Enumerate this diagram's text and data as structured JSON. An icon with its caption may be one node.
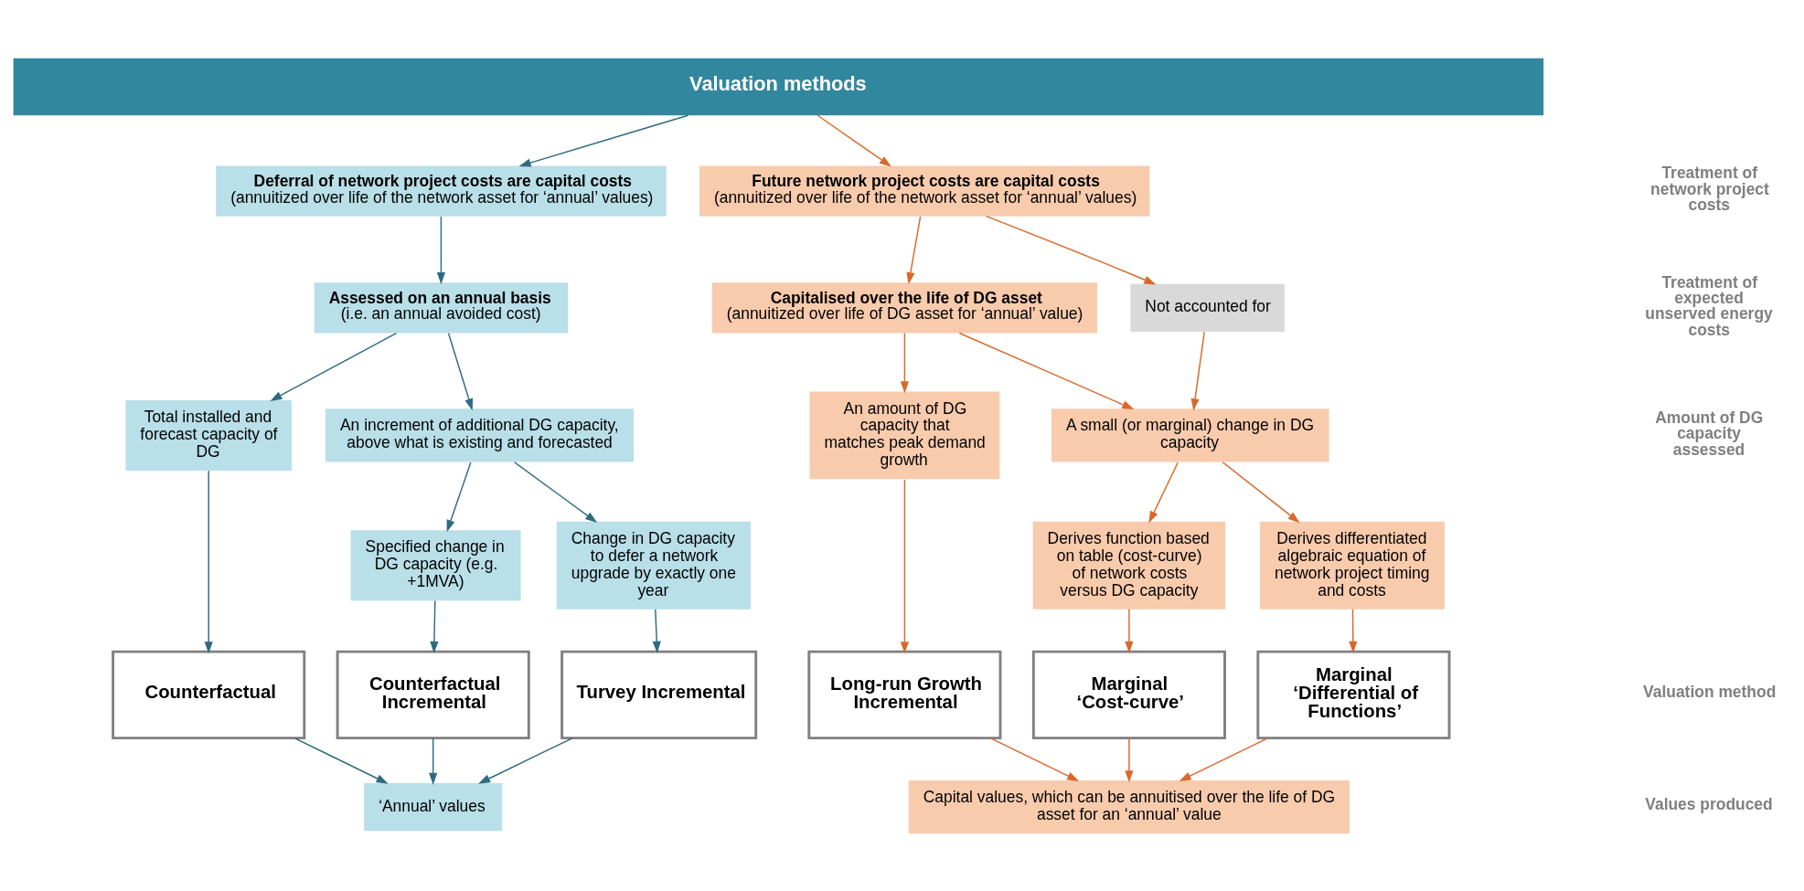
{
  "diagram": {
    "nodes": [
      {
        "text": [
          "Valuation methods"
        ]
      },
      {
        "text": [
          "Deferral of network project costs are capital costs",
          "(annuitized over life of the network asset for ‘annual’ values)"
        ]
      },
      {
        "text": [
          "Future network project costs are capital costs",
          "(annuitized over life of the network asset for ‘annual’ values)"
        ]
      },
      {
        "text": [
          "Assessed on an annual basis",
          "(i.e. an annual avoided cost)"
        ]
      },
      {
        "text": [
          "Capitalised over the life of DG asset",
          "(annuitized over life of DG asset for ‘annual’ value)"
        ]
      },
      {
        "text": [
          "Not accounted for"
        ]
      },
      {
        "text": [
          "Total installed and forecast capacity of DG"
        ]
      },
      {
        "text": [
          "An increment of additional DG capacity, above what is existing and forecasted"
        ]
      },
      {
        "text": [
          "Specified change in DG capacity (e.g. +1MVA)"
        ]
      },
      {
        "text": [
          "Change in DG capacity to defer a network upgrade by exactly one year"
        ]
      },
      {
        "text": [
          "An amount of DG capacity that matches peak demand growth"
        ]
      },
      {
        "text": [
          "A small (or marginal) change in DG capacity"
        ]
      },
      {
        "text": [
          "Derives function based on table (cost-curve) of network costs versus DG capacity"
        ]
      },
      {
        "text": [
          "Derives differentiated algebraic equation of network project timing and costs"
        ]
      },
      {
        "text": [
          "Counterfactual"
        ]
      },
      {
        "text": [
          "Counterfactual Incremental"
        ]
      },
      {
        "text": [
          "Turvey Incremental"
        ]
      },
      {
        "text": [
          "Long-run Growth Incremental"
        ]
      },
      {
        "text": [
          "Marginal ‘Cost-curve’"
        ]
      },
      {
        "text": [
          "Marginal ‘Differential of Functions’"
        ]
      },
      {
        "text": [
          "‘Annual’ values"
        ]
      },
      {
        "text": [
          "Capital values, which can be annuitised over the life of DG asset for an ‘annual’ value"
        ]
      }
    ],
    "edges": [
      {
        "from": 0,
        "to": 1,
        "arrow": "to",
        "color": "#2f6b80"
      },
      {
        "from": 0,
        "to": 2,
        "arrow": "to",
        "color": "#d9692b"
      },
      {
        "from": 1,
        "to": 3,
        "arrow": "to",
        "color": "#2f6b80"
      },
      {
        "from": 2,
        "to": 4,
        "arrow": "to",
        "color": "#d9692b"
      },
      {
        "from": 2,
        "to": 5,
        "arrow": "to",
        "color": "#d9692b"
      },
      {
        "from": 3,
        "to": 6,
        "arrow": "to",
        "color": "#2f6b80"
      },
      {
        "from": 3,
        "to": 7,
        "arrow": "to",
        "color": "#2f6b80"
      },
      {
        "from": 4,
        "to": 10,
        "arrow": "to",
        "color": "#d9692b"
      },
      {
        "from": 4,
        "to": 11,
        "arrow": "to",
        "color": "#d9692b"
      },
      {
        "from": 5,
        "to": 11,
        "arrow": "to",
        "color": "#d9692b"
      },
      {
        "from": 7,
        "to": 8,
        "arrow": "to",
        "color": "#2f6b80"
      },
      {
        "from": 7,
        "to": 9,
        "arrow": "to",
        "color": "#2f6b80"
      },
      {
        "from": 11,
        "to": 12,
        "arrow": "to",
        "color": "#d9692b"
      },
      {
        "from": 11,
        "to": 13,
        "arrow": "to",
        "color": "#d9692b"
      },
      {
        "from": 6,
        "to": 14,
        "arrow": "to",
        "color": "#2f6b80"
      },
      {
        "from": 8,
        "to": 15,
        "arrow": "to",
        "color": "#2f6b80"
      },
      {
        "from": 9,
        "to": 16,
        "arrow": "to",
        "color": "#2f6b80"
      },
      {
        "from": 10,
        "to": 17,
        "arrow": "to",
        "color": "#d9692b"
      },
      {
        "from": 12,
        "to": 18,
        "arrow": "to",
        "color": "#d9692b"
      },
      {
        "from": 13,
        "to": 19,
        "arrow": "to",
        "color": "#d9692b"
      },
      {
        "from": 14,
        "to": 20,
        "arrow": "to",
        "color": "#2f6b80"
      },
      {
        "from": 15,
        "to": 20,
        "arrow": "to",
        "color": "#2f6b80"
      },
      {
        "from": 16,
        "to": 20,
        "arrow": "to",
        "color": "#2f6b80"
      },
      {
        "from": 17,
        "to": 21,
        "arrow": "to",
        "color": "#d9692b"
      },
      {
        "from": 18,
        "to": 21,
        "arrow": "to",
        "color": "#d9692b"
      },
      {
        "from": 19,
        "to": 21,
        "arrow": "to",
        "color": "#d9692b"
      }
    ],
    "labels": [
      "Treatment of network project costs",
      "Treatment of expected unserved energy costs",
      "Amount of DG capacity assessed",
      "Valuation method",
      "Values produced"
    ]
  }
}
